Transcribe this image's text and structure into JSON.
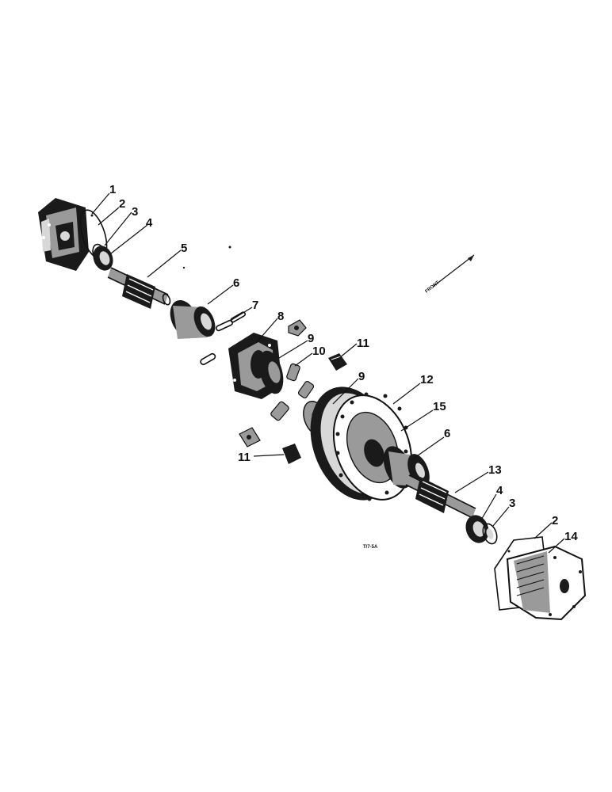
{
  "diagram": {
    "front_label": "FRONT",
    "figure_code": "T/7-5A",
    "callouts": [
      {
        "id": "c1",
        "text": "1"
      },
      {
        "id": "c2a",
        "text": "2"
      },
      {
        "id": "c3a",
        "text": "3"
      },
      {
        "id": "c4a",
        "text": "4"
      },
      {
        "id": "c5",
        "text": "5"
      },
      {
        "id": "c6a",
        "text": "6"
      },
      {
        "id": "c7",
        "text": "7"
      },
      {
        "id": "c8",
        "text": "8"
      },
      {
        "id": "c9a",
        "text": "9"
      },
      {
        "id": "c10",
        "text": "10"
      },
      {
        "id": "c11a",
        "text": "11"
      },
      {
        "id": "c9b",
        "text": "9"
      },
      {
        "id": "c12",
        "text": "12"
      },
      {
        "id": "c15",
        "text": "15"
      },
      {
        "id": "c6b",
        "text": "6"
      },
      {
        "id": "c11b",
        "text": "11"
      },
      {
        "id": "c13",
        "text": "13"
      },
      {
        "id": "c4b",
        "text": "4"
      },
      {
        "id": "c3b",
        "text": "3"
      },
      {
        "id": "c2b",
        "text": "2"
      },
      {
        "id": "c14",
        "text": "14"
      }
    ]
  }
}
